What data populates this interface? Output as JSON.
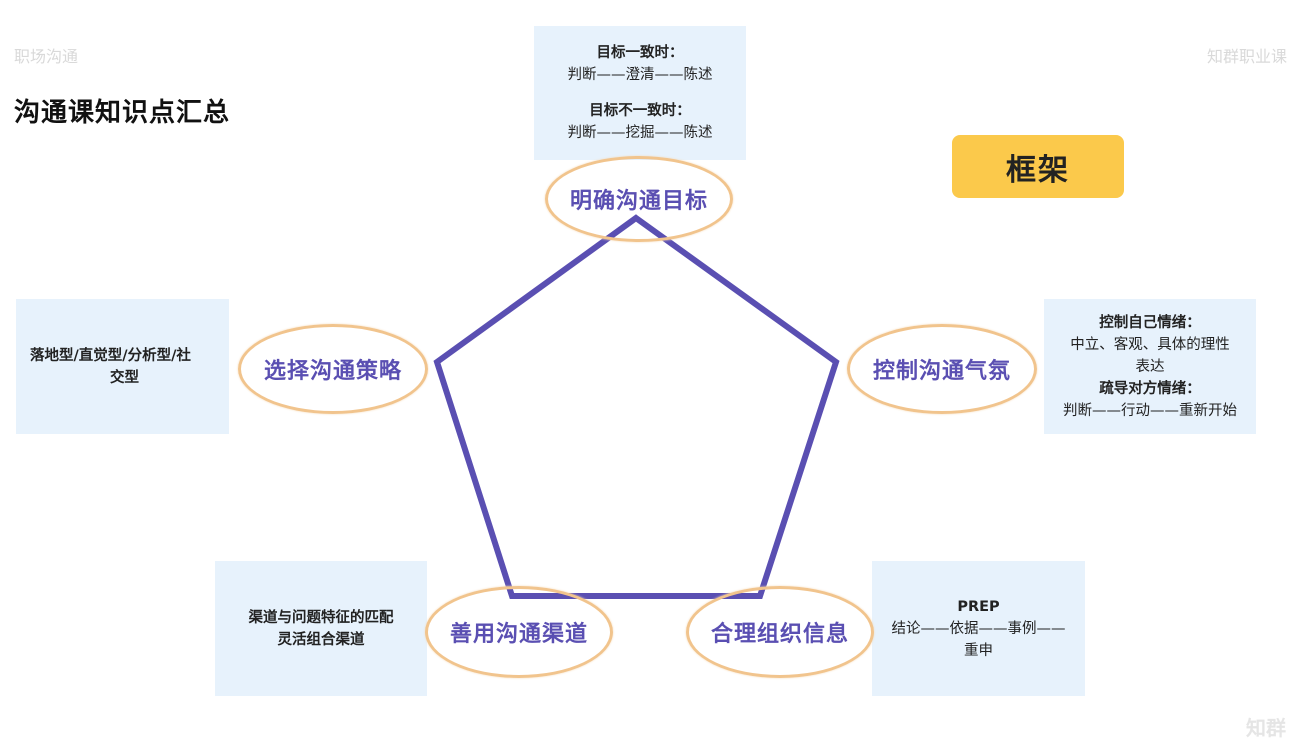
{
  "header": {
    "left_label": "职场沟通",
    "right_label": "知群职业课",
    "title": "沟通课知识点汇总"
  },
  "badge": {
    "label": "框架"
  },
  "nodes": {
    "goal": {
      "label": "明确沟通目标"
    },
    "emotion": {
      "label": "控制沟通气氛"
    },
    "organize": {
      "label": "合理组织信息"
    },
    "channel": {
      "label": "善用沟通渠道"
    },
    "strategy": {
      "label": "选择沟通策略"
    }
  },
  "panels": {
    "goal": {
      "heading1": "目标一致时：",
      "line1": "判断——澄清——陈述",
      "heading2": "目标不一致时：",
      "line2": "判断——挖掘——陈述"
    },
    "emotion": {
      "heading1": "控制自己情绪：",
      "line1": "中立、客观、具体的理性",
      "line1b": "表达",
      "heading2": "疏导对方情绪：",
      "line2": "判断——行动——重新开始"
    },
    "organize": {
      "heading1": "PREP",
      "line1": "结论——依据——事例——",
      "line1b": "重申"
    },
    "channel": {
      "line1": "渠道与问题特征的匹配",
      "line2": "灵活组合渠道"
    },
    "strategy": {
      "heading1": "落地型/直觉型/分析型/社",
      "heading1b": "交型"
    }
  },
  "watermark": "知群",
  "colors": {
    "pentagon_stroke": "#5a4fb2",
    "ellipse_border": "#f1c48d",
    "panel_bg": "#e7f2fc",
    "badge_bg": "#fbc94b"
  }
}
